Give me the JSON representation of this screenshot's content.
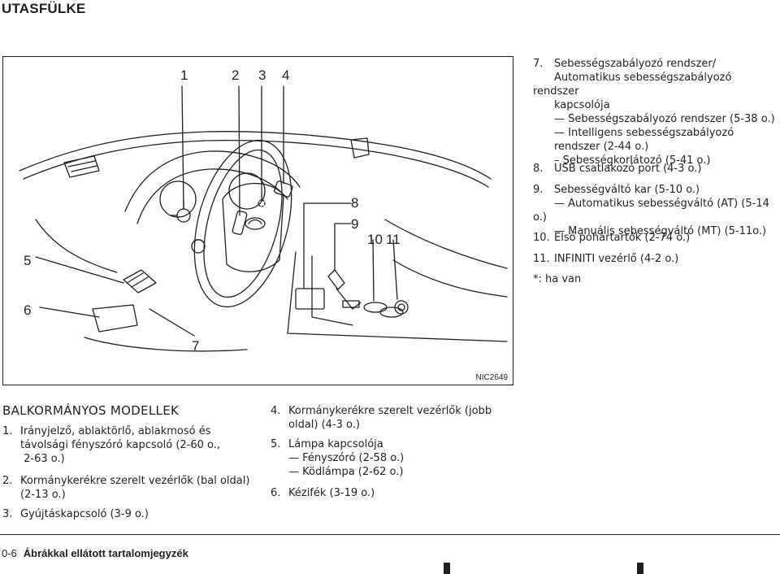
{
  "header": {
    "title": "UTASFÜLKE"
  },
  "figure": {
    "code": "NIC2649",
    "callouts": [
      "1",
      "2",
      "3",
      "4",
      "5",
      "6",
      "7",
      "8",
      "9",
      "10",
      "11"
    ]
  },
  "right_list": [
    {
      "num": "7.",
      "lines": [
        "Sebességszabályozó rendszer/",
        "Automatikus sebességszabályozó rendszer",
        "kapcsolója",
        "— Sebességszabályozó rendszer (5-38 o.)",
        "— Intelligens sebességszabályozó",
        "rendszer (2-44 o.)",
        "– Sebességkorlátozó (5-41 o.)"
      ]
    },
    {
      "num": "8.",
      "lines": [
        "USB csatlakozó port (4-3 o.)"
      ]
    },
    {
      "num": "9.",
      "lines": [
        "Sebességváltó kar (5-10 o.)",
        "— Automatikus sebességváltó (AT) (5-14 o.)",
        "— Manuális sebességváltó (MT) (5-11o.)"
      ]
    },
    {
      "num": "10.",
      "lines": [
        "Első pohártartók (2-74 o.)"
      ]
    },
    {
      "num": "11.",
      "lines": [
        "INFINITI vezérlő (4-2 o.)"
      ]
    },
    {
      "num": "",
      "lines": [
        "*: ha van"
      ]
    }
  ],
  "left_section": {
    "heading": "BALKORMÁNYOS MODELLEK",
    "col1": [
      {
        "num": "1.",
        "lines": [
          "Irányjelző, ablaktörlő, ablakmosó és",
          "távolsági fényszóró kapcsoló (2-60 o.,",
          " 2-63 o.)"
        ]
      },
      {
        "num": "2.",
        "lines": [
          "Kormánykerékre szerelt vezérlők (bal oldal)",
          "(2-13 o.)"
        ]
      },
      {
        "num": "3.",
        "lines": [
          "Gyújtáskapcsoló (3-9 o.)"
        ]
      }
    ],
    "col2": [
      {
        "num": "4.",
        "lines": [
          "Kormánykerékre szerelt vezérlők (jobb",
          "oldal) (4-3 o.)"
        ]
      },
      {
        "num": "5.",
        "lines": [
          "Lámpa kapcsolója",
          "— Fényszóró (2-58 o.)",
          "— Ködlámpa (2-62 o.)"
        ]
      },
      {
        "num": "6.",
        "lines": [
          "Kézifék (3-19 o.)"
        ]
      }
    ]
  },
  "footer": {
    "page": "0-6",
    "title": "Ábrákkal ellátott tartalomjegyzék"
  }
}
